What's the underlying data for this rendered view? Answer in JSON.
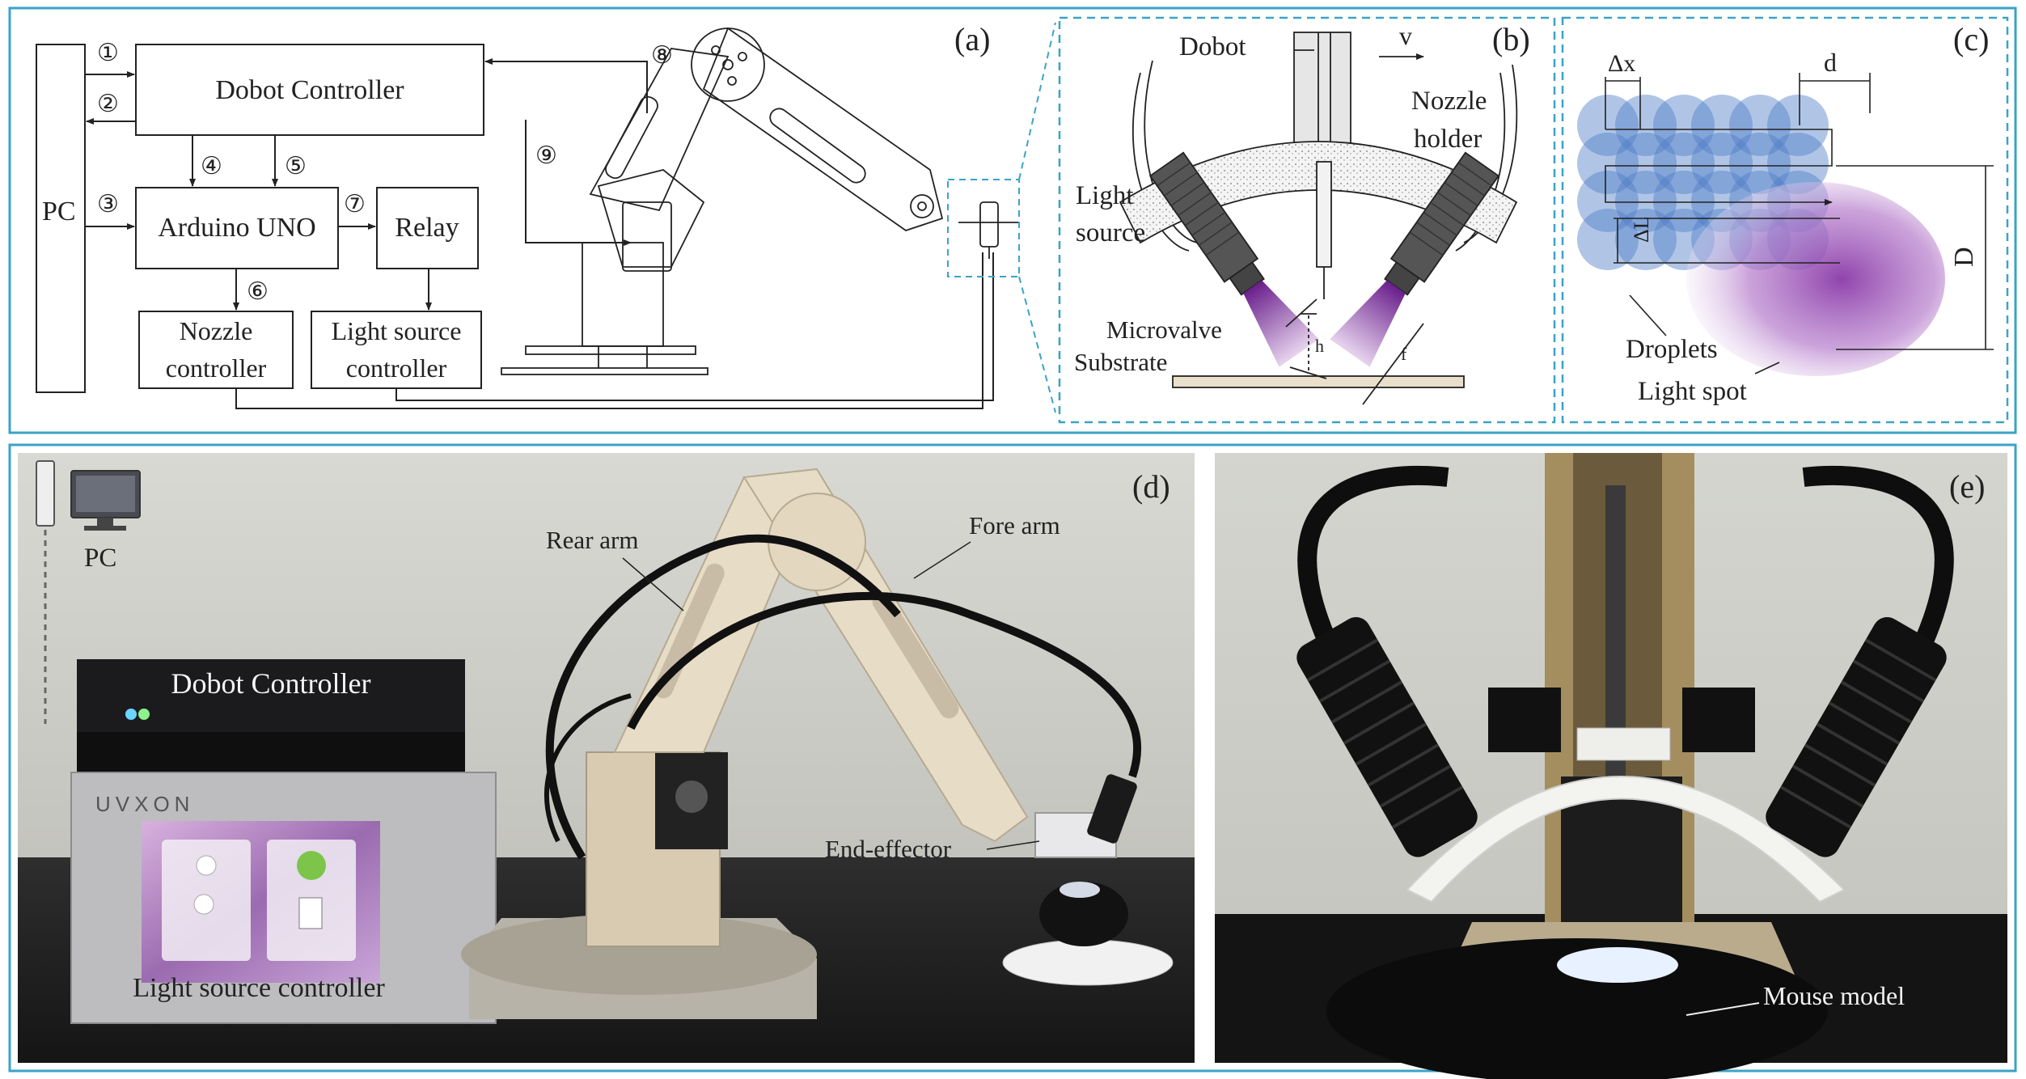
{
  "panels": {
    "a": "(a)",
    "b": "(b)",
    "c": "(c)",
    "d": "(d)",
    "e": "(e)"
  },
  "schematic": {
    "pc": "PC",
    "dobot_controller": "Dobot  Controller",
    "arduino": "Arduino UNO",
    "relay": "Relay",
    "nozzle_controller": [
      "Nozzle",
      "controller"
    ],
    "light_source_controller": [
      "Light source",
      "controller"
    ],
    "steps": [
      "①",
      "②",
      "③",
      "④",
      "⑤",
      "⑥",
      "⑦",
      "⑧",
      "⑨"
    ]
  },
  "nozzle_detail": {
    "dobot": "Dobot",
    "velocity": "v",
    "nozzle_holder": [
      "Nozzle",
      "holder"
    ],
    "light_source": [
      "Light",
      "source"
    ],
    "microvalve": "Microvalve",
    "substrate": "Substrate",
    "height": "h",
    "focus": "f"
  },
  "droplet_detail": {
    "dx": "Δx",
    "d": "d",
    "dl": "ΔL",
    "D": "D",
    "droplets": "Droplets",
    "light_spot": "Light spot"
  },
  "photo_d": {
    "pc": "PC",
    "dobot_controller": "Dobot Controller",
    "brand": "UVXON",
    "light_source_controller": "Light source controller",
    "rear_arm": "Rear arm",
    "fore_arm": "Fore arm",
    "end_effector": "End-effector"
  },
  "photo_e": {
    "mouse_model": "Mouse model"
  },
  "colors": {
    "frame": "#3aa3c6",
    "droplet": "#4f7fc8",
    "uv": "#8a3aa8"
  }
}
